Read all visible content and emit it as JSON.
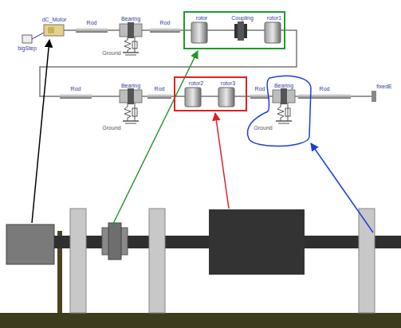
{
  "diagram": {
    "nodes": [
      {
        "text": [
          "rotor",
          "Coupling",
          "rotor1"
        ]
      },
      {
        "text": [
          "rotor2",
          "rotor3"
        ]
      }
    ],
    "labels": [
      "dC_Motor",
      "bigStep",
      "Rod",
      "Bearing",
      "Ground",
      "Rod",
      "Rod",
      "Bearing",
      "Ground",
      "Rod",
      "Rod",
      "Bearing",
      "Ground",
      "Rod",
      "fixedE"
    ]
  }
}
